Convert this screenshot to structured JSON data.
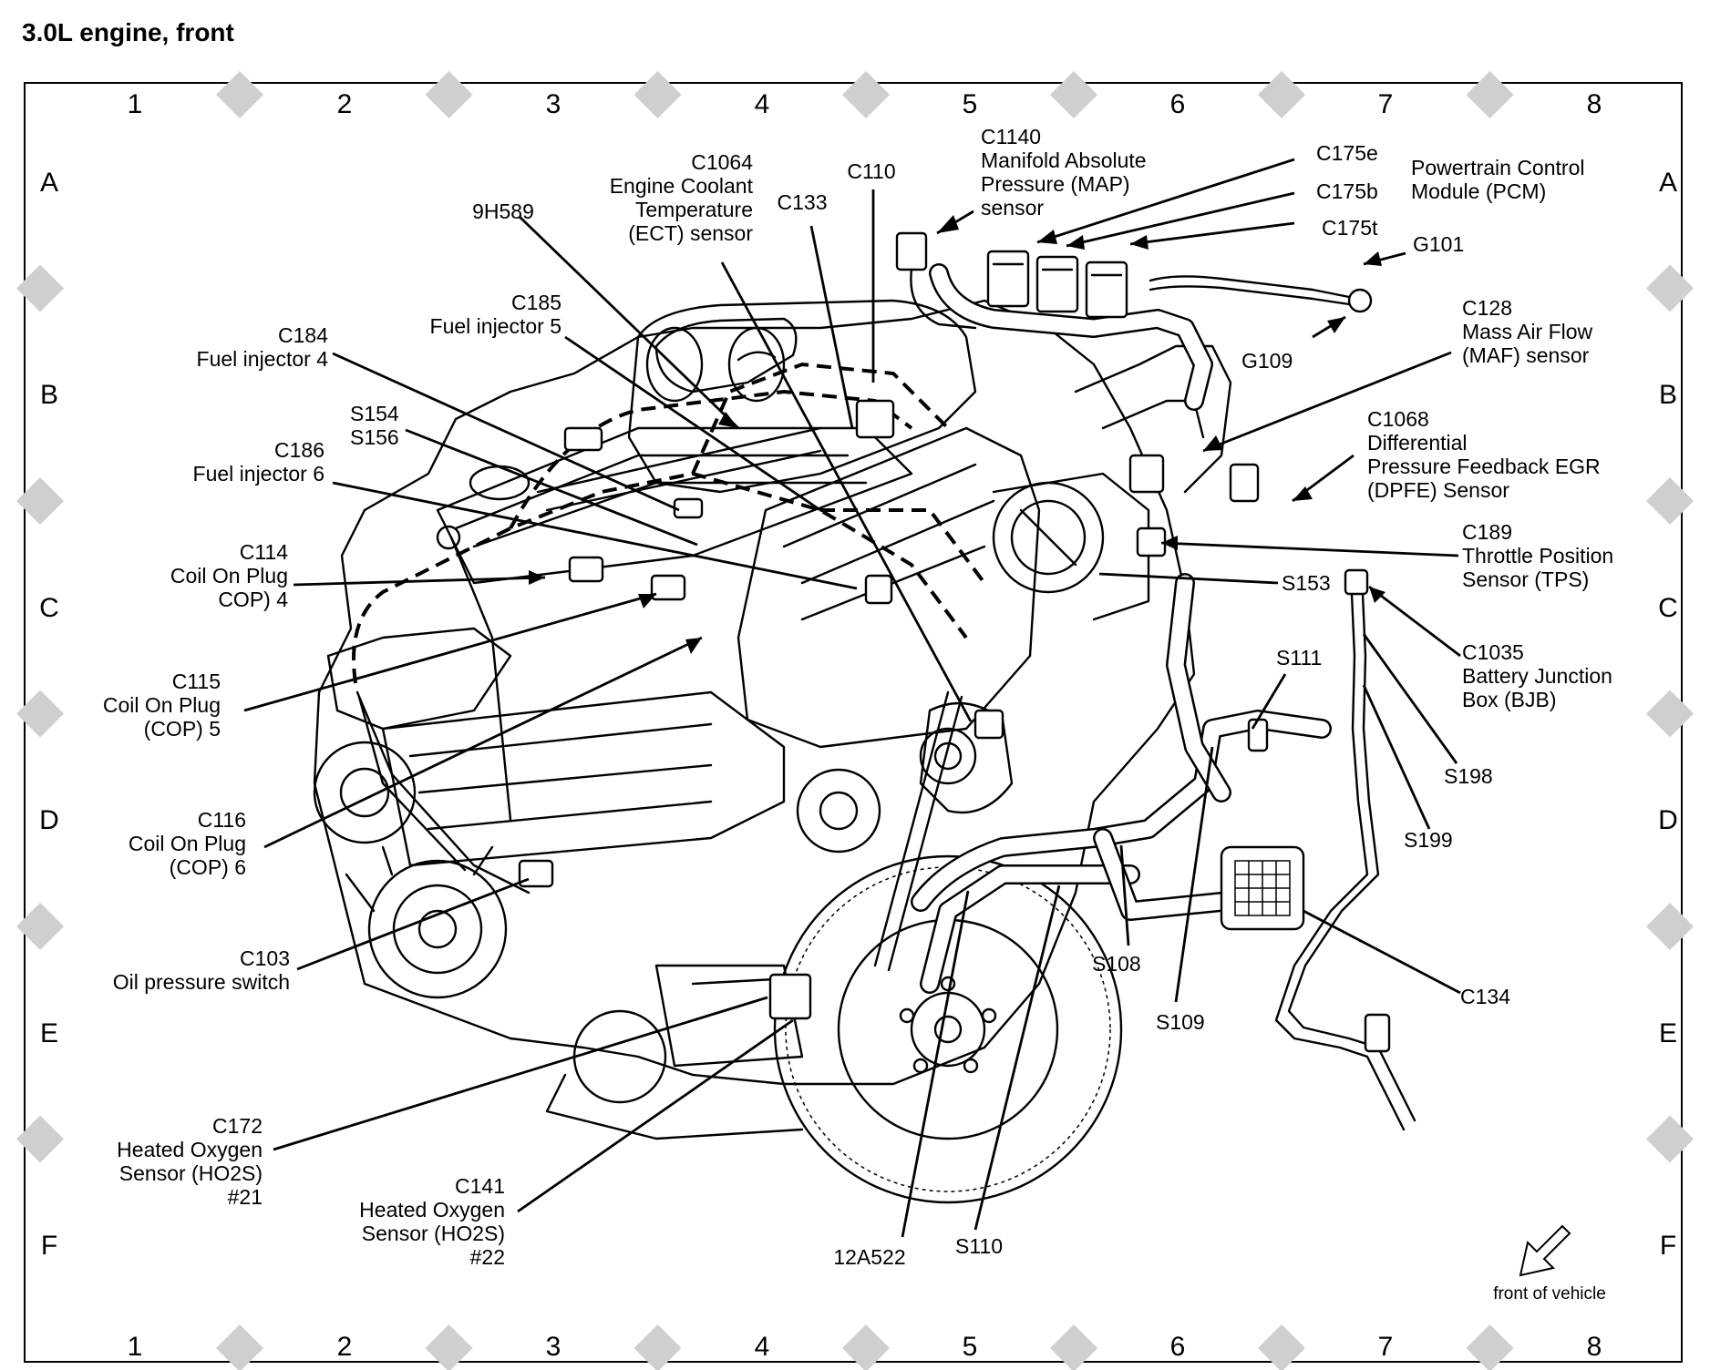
{
  "title": "3.0L engine, front",
  "grid": {
    "columns": [
      "1",
      "2",
      "3",
      "4",
      "5",
      "6",
      "7",
      "8"
    ],
    "rows": [
      "A",
      "B",
      "C",
      "D",
      "E",
      "F"
    ]
  },
  "labels": {
    "c1064": [
      "C1064",
      "Engine Coolant",
      "Temperature",
      "(ECT) sensor"
    ],
    "c110": [
      "C110"
    ],
    "c1140": [
      "C1140",
      "Manifold Absolute",
      "Pressure (MAP)",
      "sensor"
    ],
    "c175e": [
      "C175e"
    ],
    "c175b": [
      "C175b"
    ],
    "c175t": [
      "C175t"
    ],
    "pcm": [
      "Powertrain Control",
      "Module (PCM)"
    ],
    "g101": [
      "G101"
    ],
    "g109": [
      "G109"
    ],
    "c9h589": [
      "9H589"
    ],
    "c133": [
      "C133"
    ],
    "c185": [
      "C185",
      "Fuel injector 5"
    ],
    "c184": [
      "C184",
      "Fuel injector 4"
    ],
    "s154": [
      "S154",
      "S156"
    ],
    "c186": [
      "C186",
      "Fuel injector 6"
    ],
    "c128": [
      "C128",
      "Mass Air Flow",
      "(MAF) sensor"
    ],
    "c1068": [
      "C1068",
      "Differential",
      "Pressure Feedback EGR",
      "(DPFE) Sensor"
    ],
    "c189": [
      "C189",
      "Throttle Position",
      "Sensor (TPS)"
    ],
    "c114": [
      "C114",
      "Coil On Plug",
      "COP) 4"
    ],
    "s153": [
      "S153"
    ],
    "c115": [
      "C115",
      "Coil On Plug",
      "(COP) 5"
    ],
    "s111": [
      "S111"
    ],
    "c1035": [
      "C1035",
      "Battery Junction",
      "Box (BJB)"
    ],
    "s198": [
      "S198"
    ],
    "c116": [
      "C116",
      "Coil On Plug",
      "(COP) 6"
    ],
    "s199": [
      "S199"
    ],
    "c103": [
      "C103",
      "Oil pressure switch"
    ],
    "s108": [
      "S108"
    ],
    "c134": [
      "C134"
    ],
    "s109": [
      "S109"
    ],
    "c172": [
      "C172",
      "Heated Oxygen",
      "Sensor (HO2S)",
      "#21"
    ],
    "c141": [
      "C141",
      "Heated Oxygen",
      "Sensor (HO2S)",
      "#22"
    ],
    "c12a522": [
      "12A522"
    ],
    "s110": [
      "S110"
    ],
    "front": [
      "front of vehicle"
    ]
  }
}
